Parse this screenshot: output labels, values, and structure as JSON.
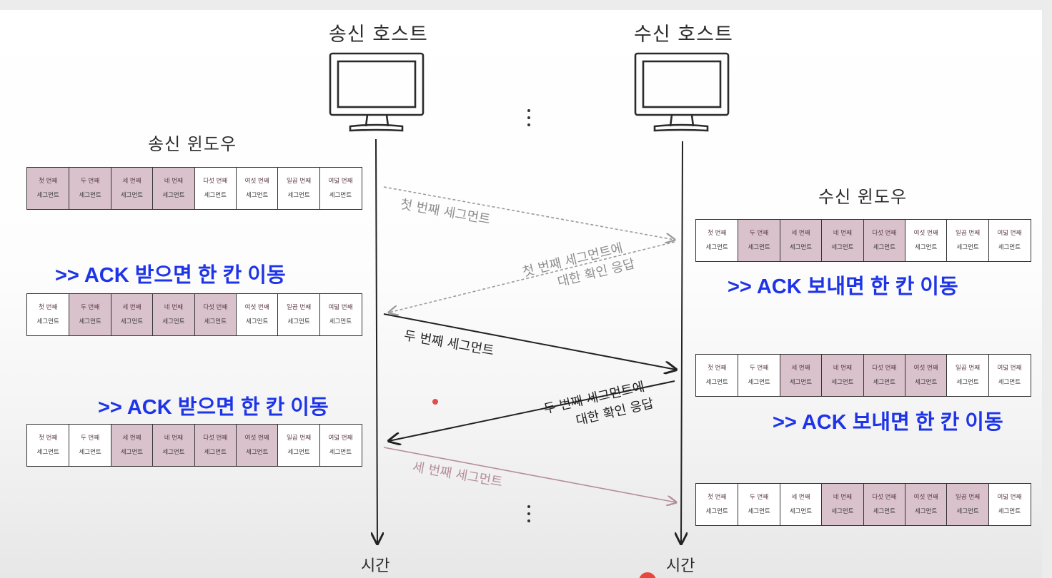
{
  "sender": {
    "title": "송신 호스트",
    "window_title": "송신 윈도우",
    "time": "시간"
  },
  "receiver": {
    "title": "수신 호스트",
    "window_title": "수신 윈도우",
    "time": "시간"
  },
  "segments": [
    [
      "첫 번째",
      "세그먼트"
    ],
    [
      "두 번째",
      "세그먼트"
    ],
    [
      "세 번째",
      "세그먼트"
    ],
    [
      "네 번째",
      "세그먼트"
    ],
    [
      "다섯 번째",
      "세그먼트"
    ],
    [
      "여섯 번째",
      "세그먼트"
    ],
    [
      "일곱 번째",
      "세그먼트"
    ],
    [
      "여덟 번째",
      "세그먼트"
    ]
  ],
  "sender_windows": [
    {
      "highlight": [
        0,
        1,
        2,
        3
      ]
    },
    {
      "highlight": [
        1,
        2,
        3,
        4
      ]
    },
    {
      "highlight": [
        2,
        3,
        4,
        5
      ]
    }
  ],
  "receiver_windows": [
    {
      "highlight": [
        1,
        2,
        3,
        4
      ]
    },
    {
      "highlight": [
        2,
        3,
        4,
        5
      ]
    },
    {
      "highlight": [
        3,
        4,
        5,
        6
      ]
    }
  ],
  "notes": {
    "sender_ack_1": ">> ACK 받으면 한 칸 이동",
    "sender_ack_2": ">> ACK 받으면 한 칸 이동",
    "receiver_ack_1": ">> ACK 보내면 한 칸 이동",
    "receiver_ack_2": ">> ACK 보내면 한 칸 이동"
  },
  "arrows": {
    "seg1": "첫 번째 세그먼트",
    "ack1_line1": "첫 번째 세그먼트에",
    "ack1_line2": "대한 확인 응답",
    "seg2": "두 번째 세그먼트",
    "ack2_line1": "두 번째 세그먼트에",
    "ack2_line2": "대한 확인 응답",
    "seg3": "세 번째 세그먼트"
  },
  "colors": {
    "window_highlight": "#d9c2cc",
    "note_blue": "#1e34e8",
    "seg1_arrow": "#9a9a9a",
    "seg3_arrow": "#b58d99",
    "solid_arrow": "#222222"
  }
}
